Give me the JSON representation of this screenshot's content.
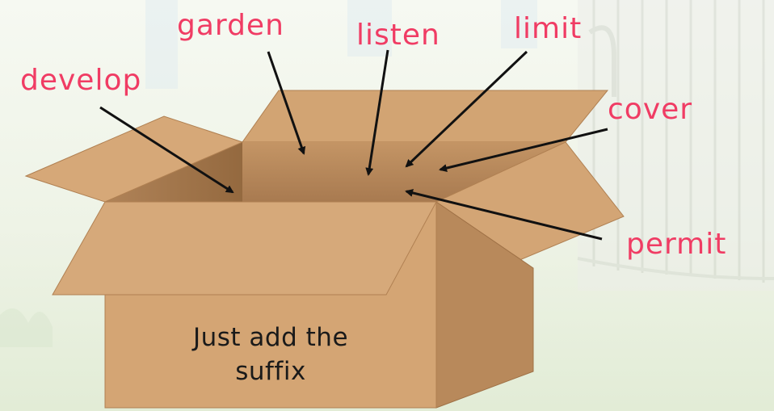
{
  "colors": {
    "word_color": "#f03c64",
    "label_color": "#1a1a1a",
    "arrow_color": "#111111",
    "box_front": "#d4a574",
    "box_side": "#b88a5e",
    "box_inner": "#a87a50",
    "background_sky": "#f4f8f0",
    "background_grass": "#e6efdc",
    "fence": "#e2e6de"
  },
  "words": {
    "garden": "garden",
    "listen": "listen",
    "limit": "limit",
    "develop": "develop",
    "cover": "cover",
    "permit": "permit"
  },
  "box_label": {
    "line1": "Just add the",
    "line2": "suffix"
  },
  "icons": [
    "cardboard-box-icon",
    "fence-icon"
  ]
}
